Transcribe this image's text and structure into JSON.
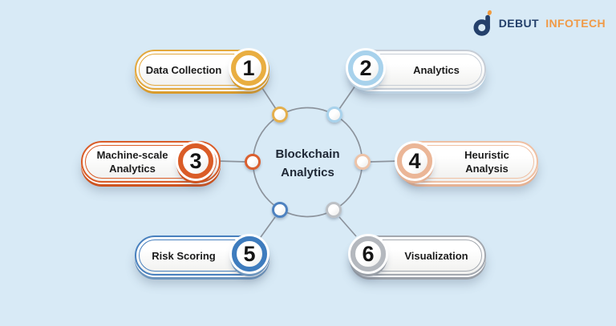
{
  "page": {
    "background_color": "#D8EAF6"
  },
  "logo": {
    "word1": "DEBUT",
    "word2": "INFOTECH",
    "word1_color": "#24406B",
    "word2_color": "#F09A47",
    "mark_color": "#24406B",
    "mark_accent_color": "#F09A3E"
  },
  "center": {
    "line1": "Blockchain",
    "line2": "Analytics",
    "text_color": "#1E2734",
    "ring_color": "#8C939C"
  },
  "items": [
    {
      "number": "1",
      "line1": "Data Collection",
      "line2": "",
      "color": "#E3A83D",
      "ring_color": "#E9AE41",
      "node_color": "#E4AF4C",
      "shadow_color": "#D99C2E"
    },
    {
      "number": "2",
      "line1": "Analytics",
      "line2": "",
      "color": "#C6CDD6",
      "ring_color": "#A8D2EC",
      "node_color": "#A8D2EC",
      "shadow_color": "#BCD2E2"
    },
    {
      "number": "3",
      "line1": "Machine-scale",
      "line2": "Analytics",
      "color": "#DA5C27",
      "ring_color": "#DA5C27",
      "node_color": "#DA6030",
      "shadow_color": "#CE5420"
    },
    {
      "number": "4",
      "line1": "Heuristic",
      "line2": "Analysis",
      "color": "#EFC0A3",
      "ring_color": "#EBB697",
      "node_color": "#EDC3A8",
      "shadow_color": "#E5B294"
    },
    {
      "number": "5",
      "line1": "Risk Scoring",
      "line2": "",
      "color": "#4880BE",
      "ring_color": "#3E7CBE",
      "node_color": "#4E82C0",
      "shadow_color": "#6D95BD"
    },
    {
      "number": "6",
      "line1": "Visualization",
      "line2": "",
      "color": "#A3A8AF",
      "ring_color": "#B4B8BE",
      "node_color": "#BCC0C5",
      "shadow_color": "#9AA0A8"
    }
  ]
}
